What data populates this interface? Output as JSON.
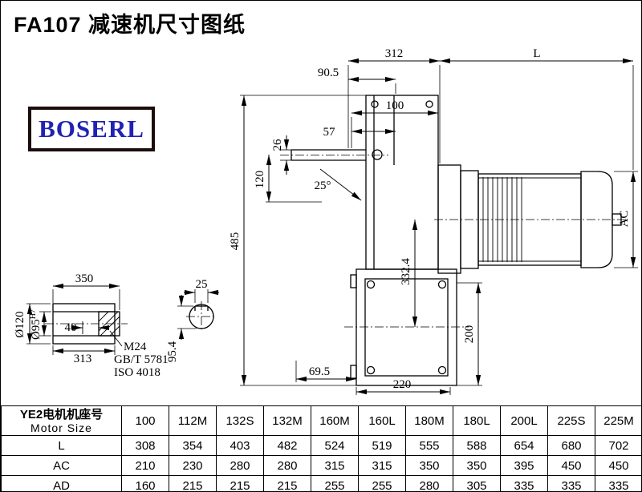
{
  "title": "FA107 减速机尺寸图纸",
  "logo": {
    "text": "BOSERL",
    "text_color": "#1f22b4",
    "border_color": "#1c0d0d"
  },
  "drawing": {
    "dims": {
      "d312": "312",
      "dL": "L",
      "d90_5": "90.5",
      "d100": "100",
      "d57": "57",
      "d26": "26",
      "d120": "120",
      "d25deg": "25°",
      "d485": "485",
      "dAC": "AC",
      "d332_4": "332.4",
      "d200": "200",
      "d69_5": "69.5",
      "d220": "220",
      "d350": "350",
      "d25": "25",
      "dD120": "Ø120",
      "d95_base": "Ø95",
      "d95_sup": "H7",
      "d40": "40",
      "d313": "313",
      "d95_4": "95.4",
      "m24": "M24",
      "gbt": "GB/T 5781",
      "iso": "ISO 4018"
    }
  },
  "table": {
    "header_cn": "YE2电机机座号",
    "header_en": "Motor Size",
    "columns": [
      "100",
      "112M",
      "132S",
      "132M",
      "160M",
      "160L",
      "180M",
      "180L",
      "200L",
      "225S",
      "225M"
    ],
    "rows": [
      {
        "label": "L",
        "values": [
          "308",
          "354",
          "403",
          "482",
          "524",
          "519",
          "555",
          "588",
          "654",
          "680",
          "702"
        ]
      },
      {
        "label": "AC",
        "values": [
          "210",
          "230",
          "280",
          "280",
          "315",
          "315",
          "350",
          "350",
          "395",
          "450",
          "450"
        ]
      },
      {
        "label": "AD",
        "values": [
          "160",
          "215",
          "215",
          "215",
          "255",
          "255",
          "280",
          "305",
          "335",
          "335",
          "335"
        ]
      }
    ]
  }
}
